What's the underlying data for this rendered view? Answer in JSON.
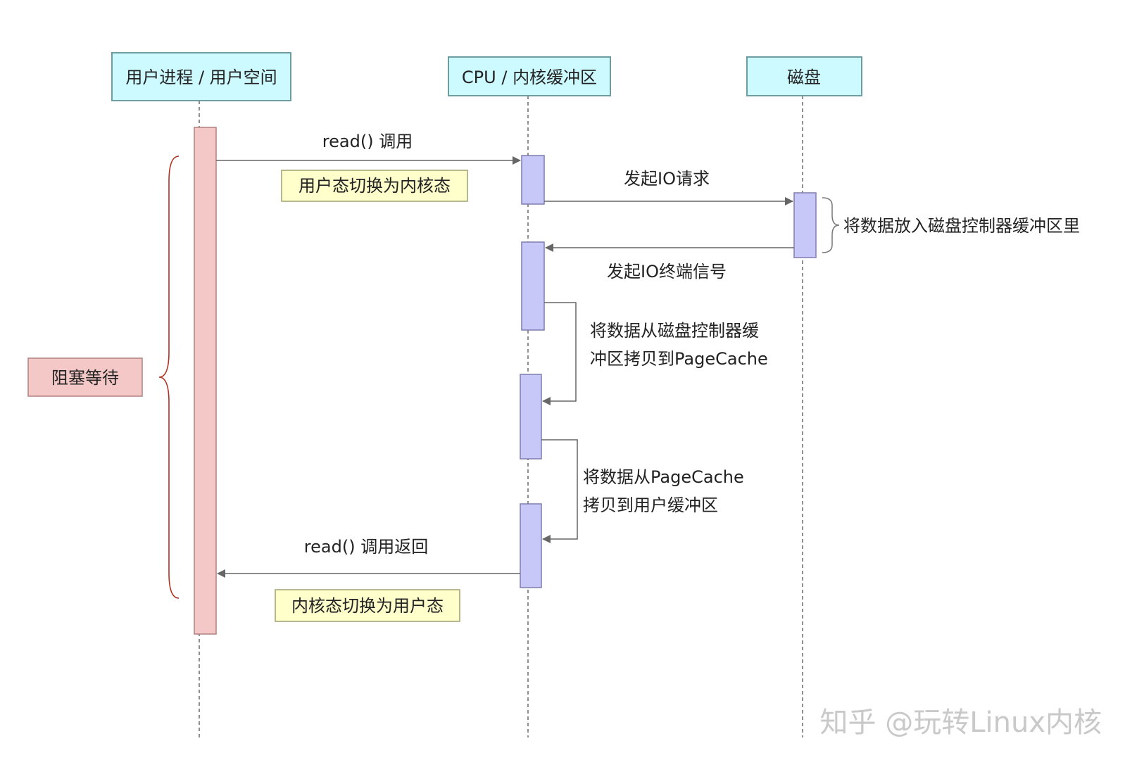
{
  "lanes": {
    "user": "用户进程 / 用户空间",
    "cpu": "CPU / 内核缓冲区",
    "disk": "磁盘"
  },
  "messages": {
    "read_call": "read() 调用",
    "io_request": "发起IO请求",
    "io_interrupt": "发起IO终端信号",
    "read_return": "read() 调用返回"
  },
  "notes": {
    "to_kernel_mode": "用户态切换为内核态",
    "to_user_mode": "内核态切换为用户态",
    "blocking_wait": "阻塞等待",
    "disk_buffer": "将数据放入磁盘控制器缓冲区里",
    "copy_to_pagecache": [
      "将数据从磁盘控制器缓",
      "冲区拷贝到PageCache"
    ],
    "copy_to_user": [
      "将数据从PageCache",
      "拷贝到用户缓冲区"
    ]
  },
  "watermark": "知乎 @玩转Linux内核",
  "colors": {
    "lane_header_fill": "#ccfaff",
    "lane_header_stroke": "#6e9ca0",
    "user_activation_fill": "#f5c8c8",
    "user_activation_stroke": "#b08080",
    "cpu_activation_fill": "#c8c8f8",
    "cpu_activation_stroke": "#7d7db0",
    "note_fill": "#ffffcc",
    "note_stroke": "#a0a070",
    "blocking_fill": "#f5c8c8",
    "brace": "#b03020",
    "arrow": "#666666"
  }
}
